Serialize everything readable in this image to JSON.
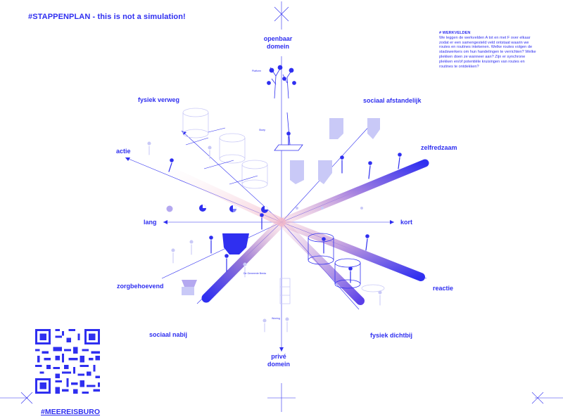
{
  "header": {
    "title": "#STAPPENPLAN - this is not a simulation!"
  },
  "note": {
    "title": "# WERKVELDEN",
    "body": "We leggen de werkvelden A tot en met F over elkaar zodat er een samengesteld veld ontstaat waarin we routes en routines intekenen. Welke routes volgen de stadswerkers om hun handelingen te verrichten? Welke plekken doen ze wanneer aan? Zijn er synchrone plekken en/of potentiële kruisingen van routes en routines te ontdekken?"
  },
  "axes": {
    "openbaar_domein": "openbaar domein",
    "prive_domein": "privé domein",
    "fysiek_verweg": "fysiek verweg",
    "sociaal_afstandelijk": "sociaal afstandelijk",
    "actie": "actie",
    "zelfredzaam": "zelfredzaam",
    "lang": "lang",
    "kort": "kort",
    "zorgbehoevend": "zorgbehoevend",
    "reactie": "reactie",
    "sociaal_nabij": "sociaal nabij",
    "fysiek_dichtbij": "fysiek dichtbij"
  },
  "small_labels": {
    "platform": "Platform",
    "stoep": "Stoep",
    "woning": "Woning",
    "gemeente": "De Gemeente Breda"
  },
  "footer": {
    "link": "#MEEREISBURO"
  },
  "colors": {
    "accent": "#2f2ff0",
    "accent_light": "#c9c9f7",
    "pink": "#e89fb6"
  },
  "icons": {
    "qr": "qr-code-icon",
    "cross": "crosshair-icon"
  }
}
